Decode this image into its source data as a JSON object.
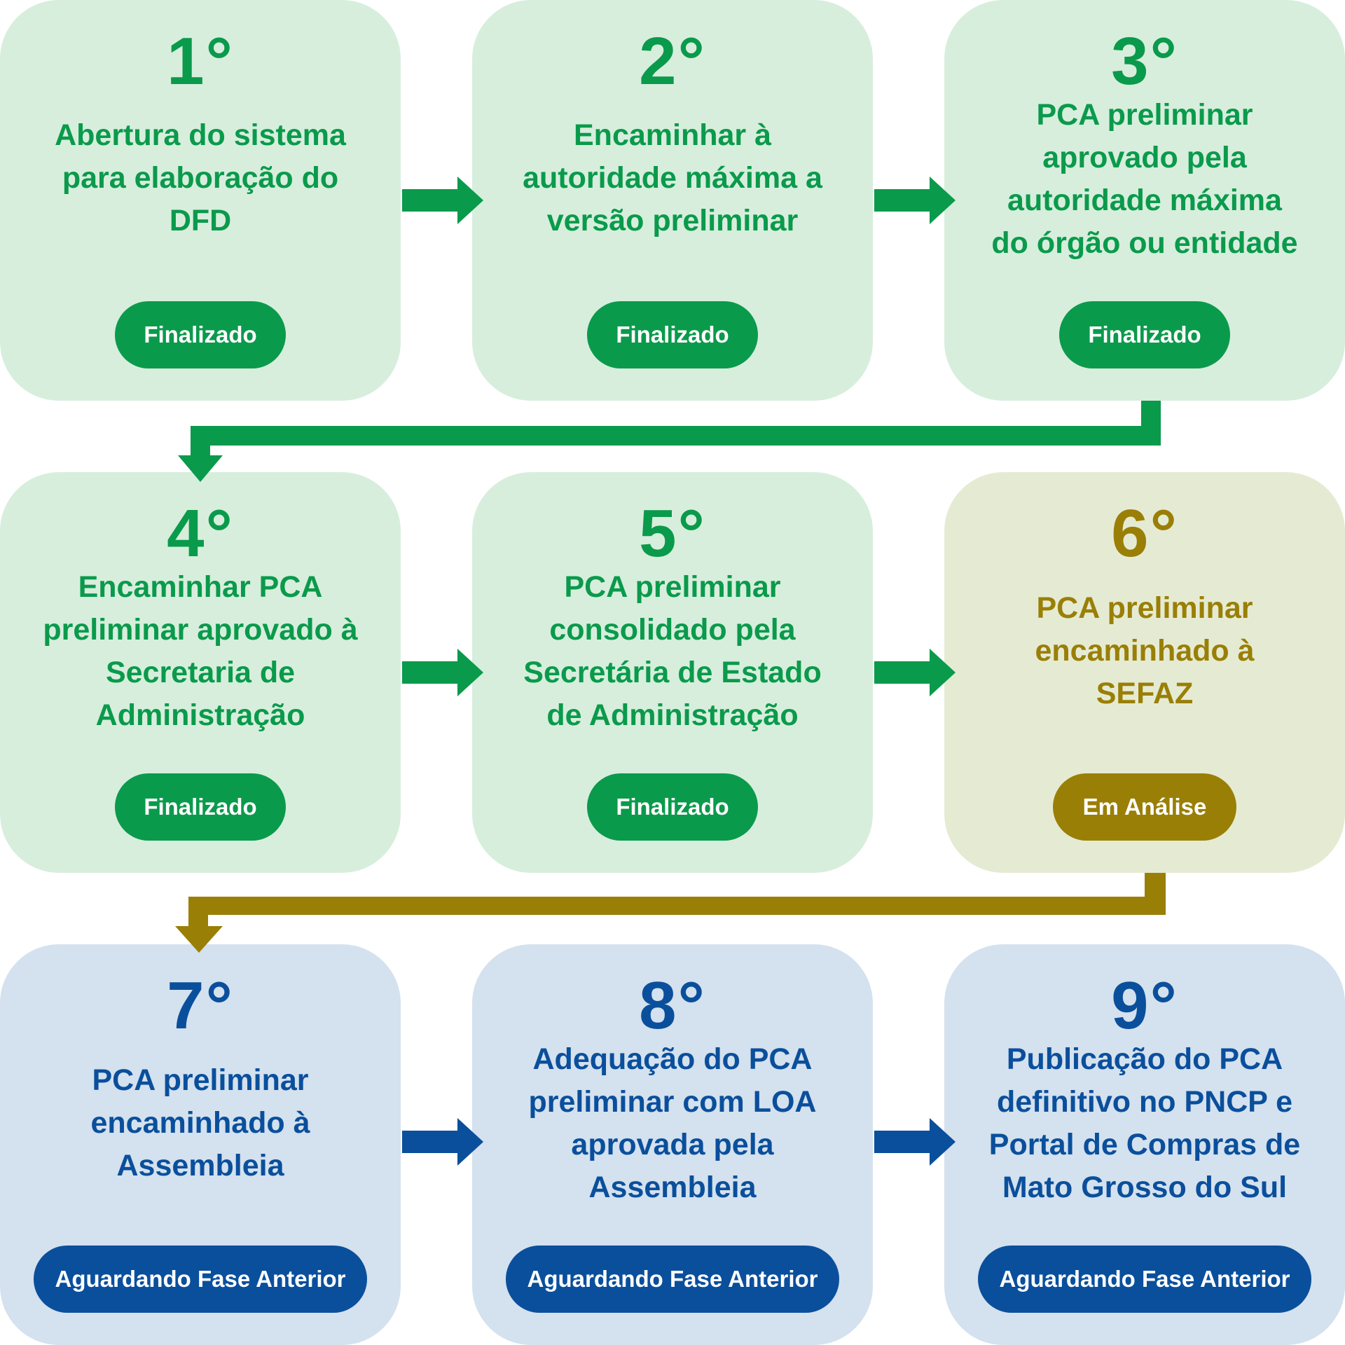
{
  "colors": {
    "finalizado": "#0a9a4b",
    "em_analise": "#9a7f06",
    "aguardando": "#0a4f9c",
    "finalizado_bg": "#d7eedd",
    "em_analise_bg": "#e5ebd3",
    "aguardando_bg": "#d4e1ee"
  },
  "steps": [
    {
      "number": "1°",
      "lines": [
        "Abertura do sistema",
        "para elaboração do",
        "DFD"
      ],
      "status": "Finalizado"
    },
    {
      "number": "2°",
      "lines": [
        "Encaminhar à",
        "autoridade máxima a",
        "versão preliminar"
      ],
      "status": "Finalizado"
    },
    {
      "number": "3°",
      "lines": [
        "PCA preliminar",
        "aprovado pela",
        "autoridade máxima",
        "do órgão ou entidade"
      ],
      "status": "Finalizado"
    },
    {
      "number": "4°",
      "lines": [
        "Encaminhar PCA",
        "preliminar aprovado à",
        "Secretaria de",
        "Administração"
      ],
      "status": "Finalizado"
    },
    {
      "number": "5°",
      "lines": [
        "PCA preliminar",
        "consolidado pela",
        "Secretária de Estado",
        "de Administração"
      ],
      "status": "Finalizado"
    },
    {
      "number": "6°",
      "lines": [
        "PCA preliminar",
        "encaminhado à",
        "SEFAZ"
      ],
      "status": "Em Análise"
    },
    {
      "number": "7°",
      "lines": [
        "PCA preliminar",
        "encaminhado à",
        "Assembleia"
      ],
      "status": "Aguardando Fase Anterior"
    },
    {
      "number": "8°",
      "lines": [
        "Adequação do PCA",
        "preliminar com LOA",
        "aprovada pela",
        "Assembleia"
      ],
      "status": "Aguardando Fase Anterior"
    },
    {
      "number": "9°",
      "lines": [
        "Publicação do PCA",
        "definitivo no PNCP e",
        "Portal de Compras de",
        "Mato Grosso do Sul"
      ],
      "status": "Aguardando Fase Anterior"
    }
  ]
}
